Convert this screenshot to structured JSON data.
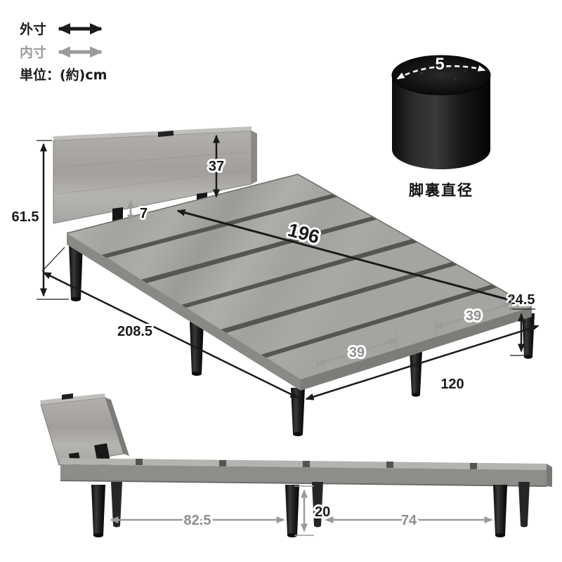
{
  "legend": {
    "outer": "外寸",
    "inner": "内寸",
    "unit": "単位：(約)cm"
  },
  "leg_detail": {
    "diameter": "5",
    "caption": "脚裏直径"
  },
  "main_view": {
    "total_height": "61.5",
    "headboard_height": "37",
    "headboard_gap": "7",
    "inner_length": "196",
    "outer_length": "208.5",
    "width": "120",
    "platform_height": "24.5",
    "leg_gap_left": "39",
    "leg_gap_right": "39"
  },
  "side_view": {
    "left_span": "82.5",
    "under_clearance": "20",
    "right_span": "74"
  },
  "colors": {
    "outer_dim": "#1a1a1a",
    "inner_dim": "#9b9b9b",
    "wood": "#a8a6a2",
    "leg": "#151515"
  }
}
